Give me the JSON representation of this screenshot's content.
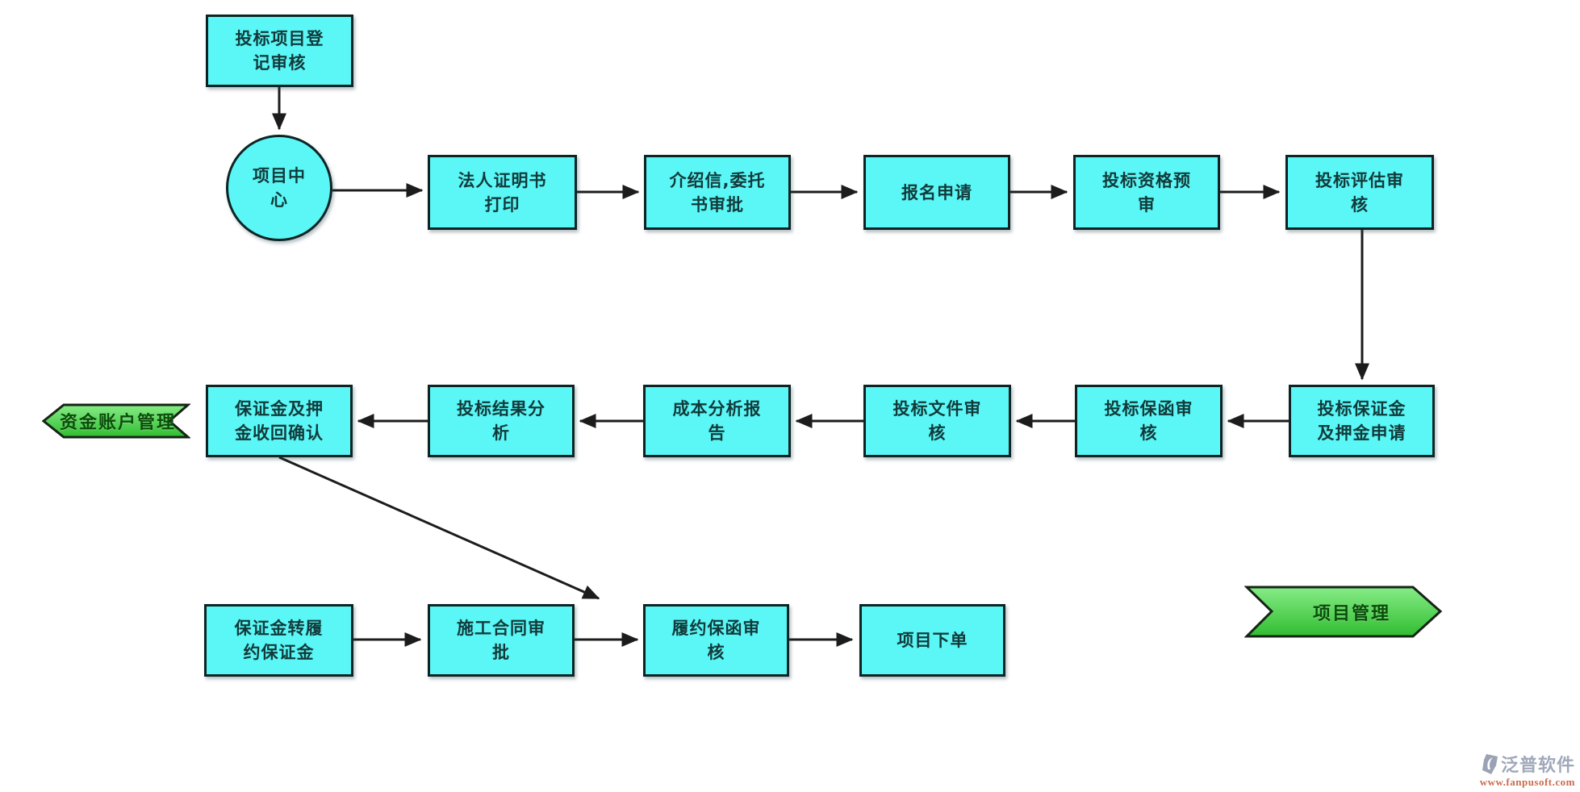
{
  "colors": {
    "node_fill": "#5bf6f6",
    "node_border": "#0e2424",
    "connector": "#1c1c1c",
    "banner_green_top": "#86ec86",
    "banner_green_bottom": "#31bd31",
    "banner_text": "#0b4d0b",
    "brand_gray": "#a0a8ba",
    "brand_orange": "#c96b4e"
  },
  "nodes": {
    "bid_registration": {
      "label": "投标项目登\n记审核"
    },
    "project_center": {
      "label": "项目中\n心"
    },
    "legal_cert_print": {
      "label": "法人证明书\n打印"
    },
    "intro_letter_approval": {
      "label": "介绍信,委托\n书审批"
    },
    "signup_application": {
      "label": "报名申请"
    },
    "prequalification": {
      "label": "投标资格预\n审"
    },
    "bid_evaluation": {
      "label": "投标评估审\n核"
    },
    "bid_deposit_apply": {
      "label": "投标保证金\n及押金申请"
    },
    "bid_guarantee_review": {
      "label": "投标保函审\n核"
    },
    "bid_docs_review": {
      "label": "投标文件审\n核"
    },
    "cost_analysis_report": {
      "label": "成本分析报\n告"
    },
    "bid_result_analysis": {
      "label": "投标结果分\n析"
    },
    "deposit_refund_confirm": {
      "label": "保证金及押\n金收回确认"
    },
    "deposit_to_performance": {
      "label": "保证金转履\n约保证金"
    },
    "construction_contract": {
      "label": "施工合同审\n批"
    },
    "performance_guarantee": {
      "label": "履约保函审\n核"
    },
    "project_order": {
      "label": "项目下单"
    }
  },
  "links": {
    "fund_account_mgmt": {
      "label": "资金账户管理"
    },
    "project_mgmt": {
      "label": "项目管理"
    }
  },
  "watermark": {
    "brand": "泛普软件",
    "url": "www.fanpusoft.com"
  }
}
